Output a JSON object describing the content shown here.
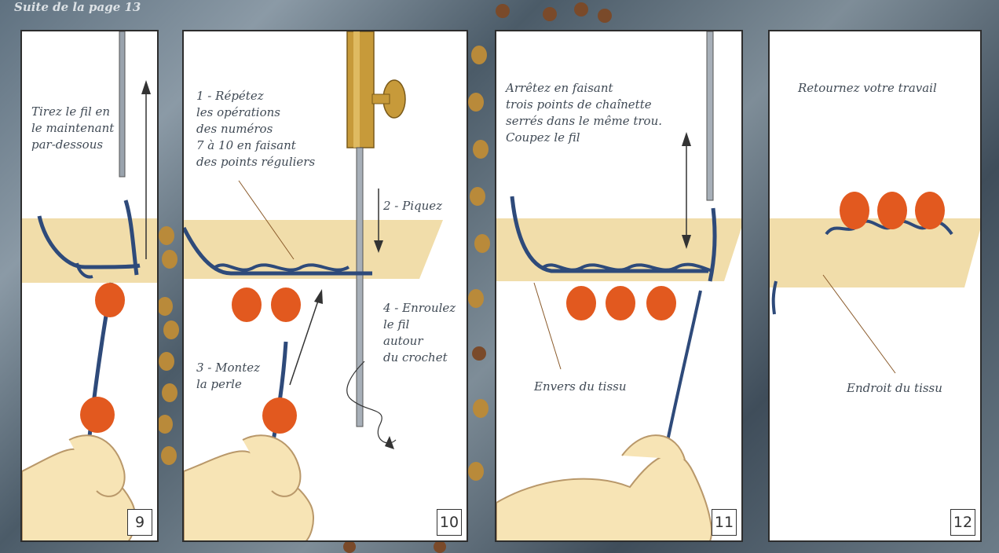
{
  "header": {
    "text": "Suite de la page 13"
  },
  "panels": [
    {
      "number": "9",
      "text": "Tirez le fil en\nle maintenant\npar-dessous"
    },
    {
      "number": "10",
      "step1": "1 - Répétez\n   les opérations\n   des numéros\n   7 à 10 en faisant\n   des points réguliers",
      "step2": "2 - Piquez",
      "step3": "3 - Montez\n   la perle",
      "step4": "4 - Enroulez\n   le fil\n   autour\n   du crochet"
    },
    {
      "number": "11",
      "text": "Arrêtez en faisant\ntrois points de chaînette\nserrés dans le même trou.\nCoupez le fil",
      "caption": "Envers du tissu"
    },
    {
      "number": "12",
      "text": "Retournez votre travail",
      "caption": "Endroit du tissu"
    }
  ],
  "colors": {
    "fabric": "#f1ddaa",
    "thread": "#2e4a7a",
    "bead": "#e2591f",
    "skin": "#f7e4b5"
  }
}
